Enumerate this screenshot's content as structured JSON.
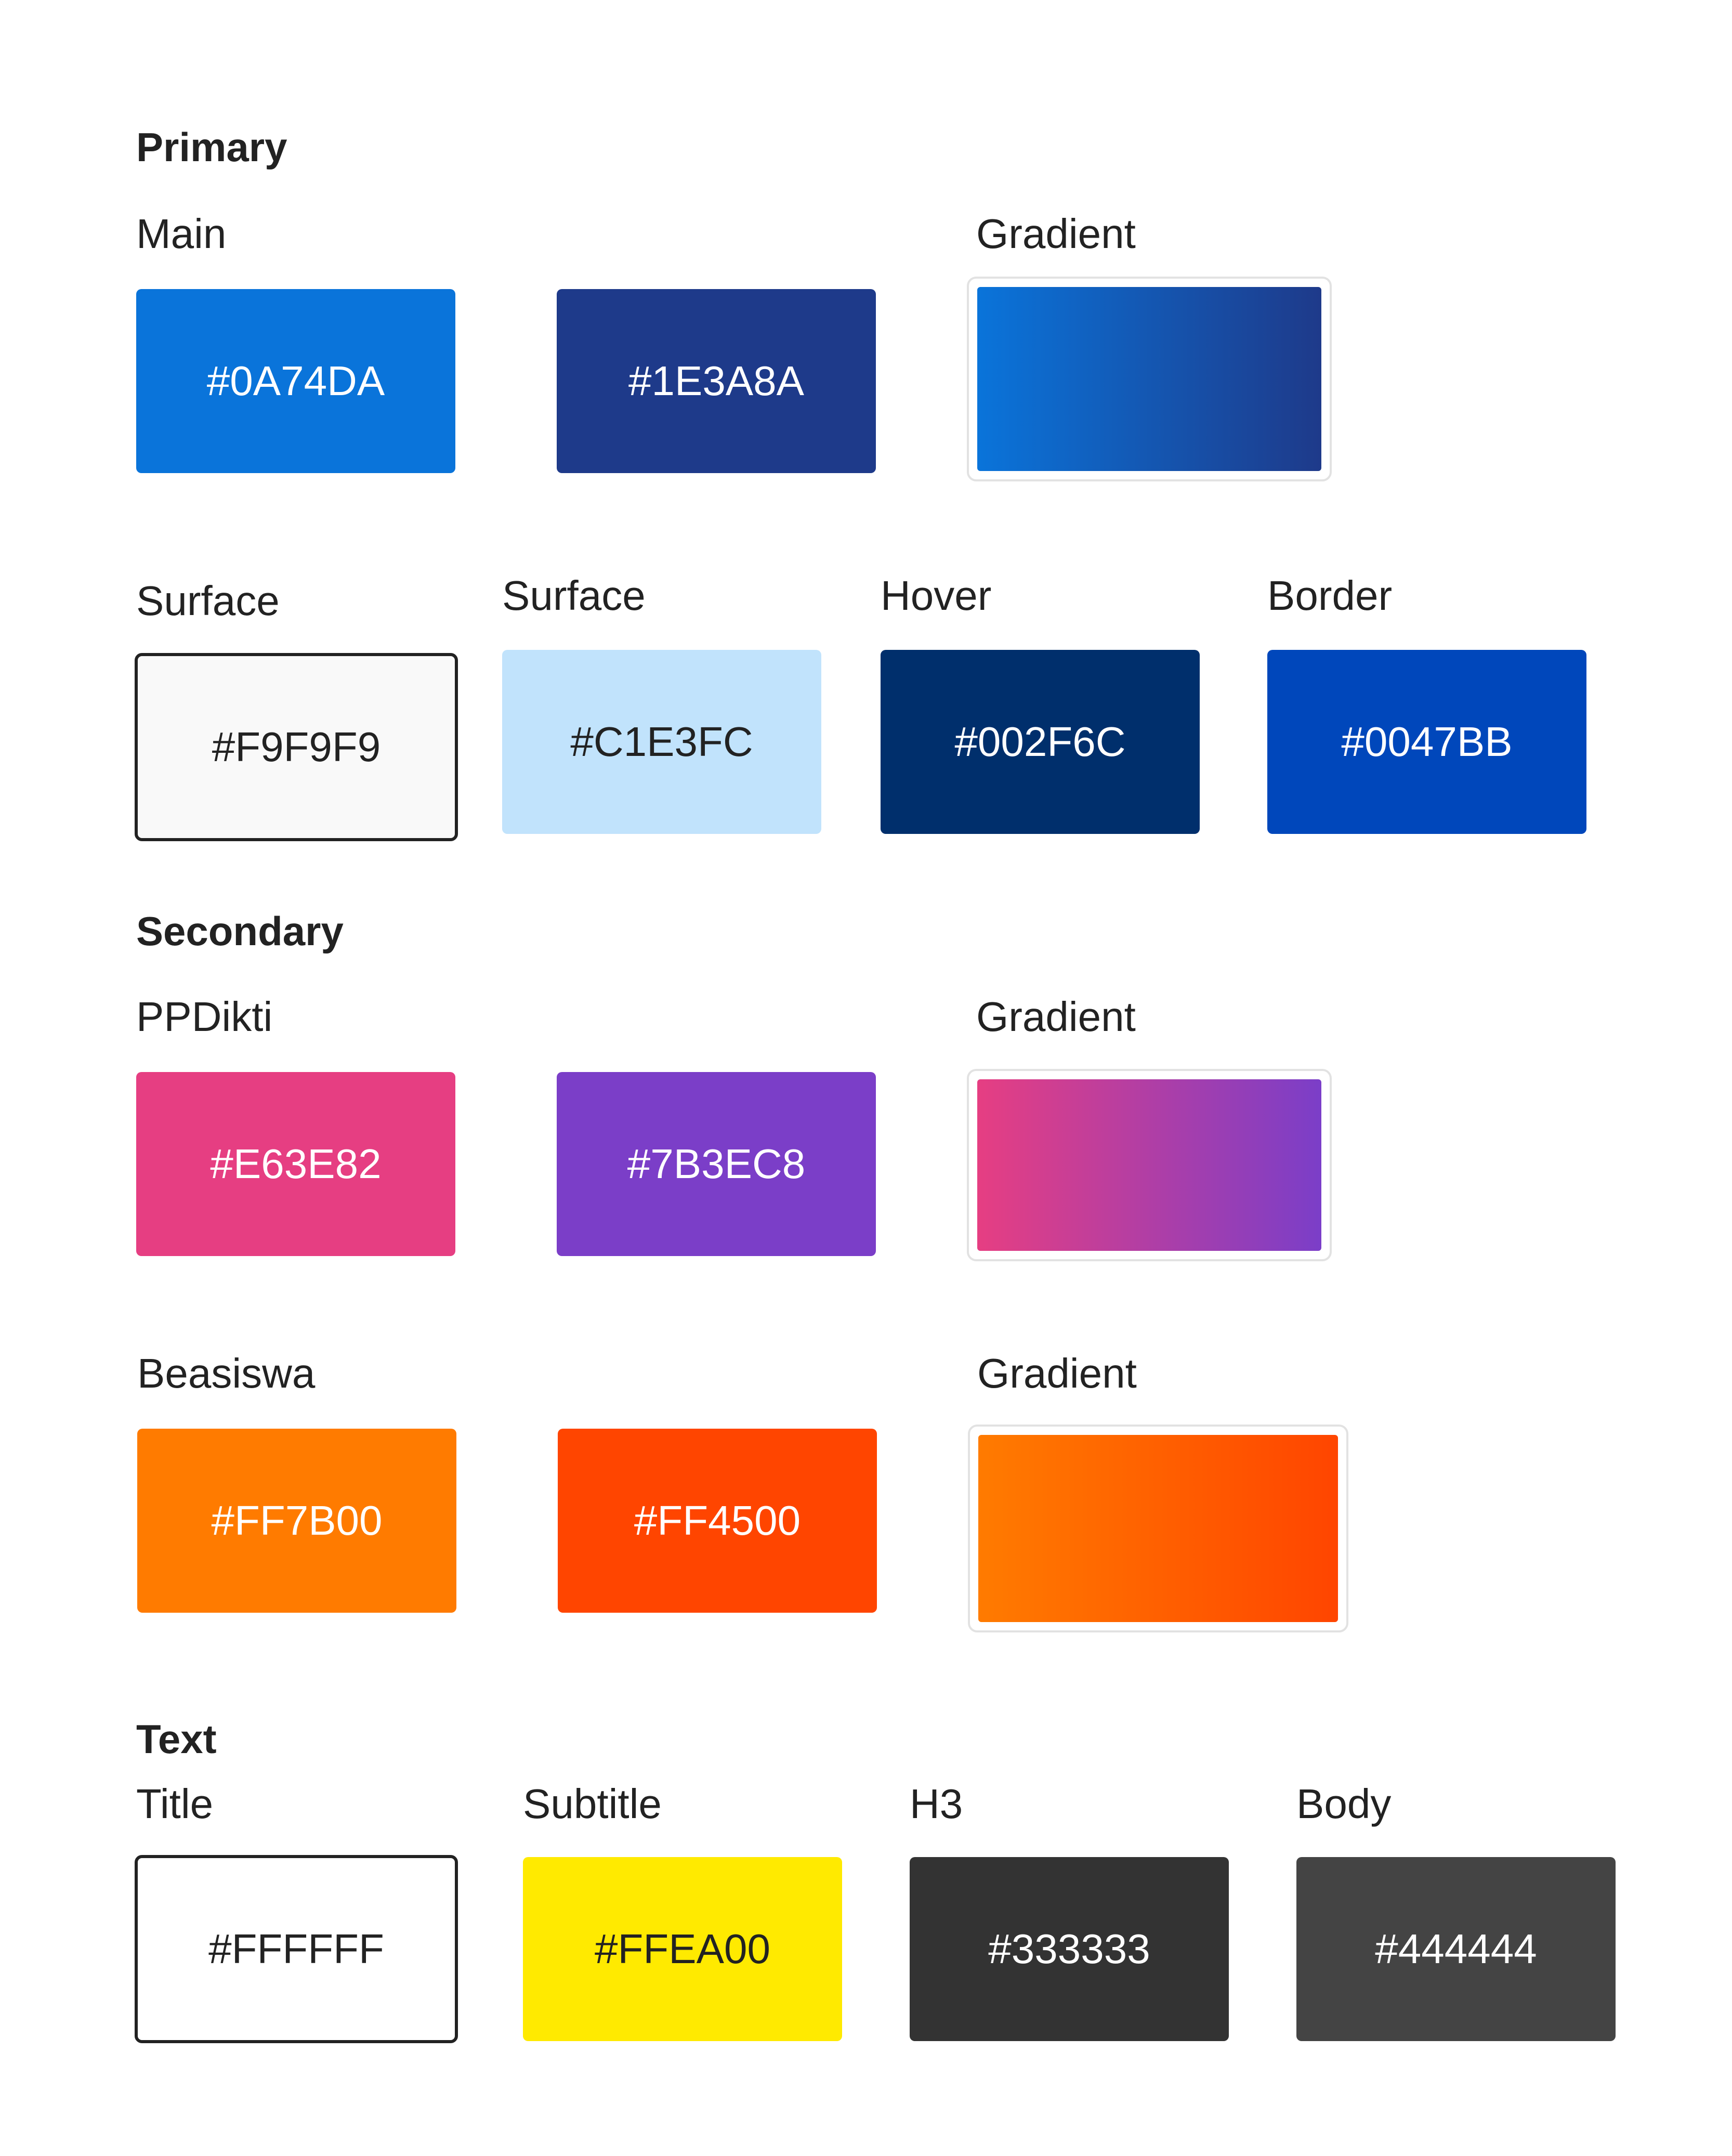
{
  "primary": {
    "heading": "Primary",
    "main_label": "Main",
    "gradient_label": "Gradient",
    "main": [
      {
        "hex": "#0A74DA",
        "color": "#0A74DA"
      },
      {
        "hex": "#1E3A8A",
        "color": "#1E3A8A"
      }
    ],
    "gradient": {
      "from": "#0A74DA",
      "to": "#1E3A8A"
    },
    "variants": [
      {
        "label": "Surface",
        "hex": "#F9F9F9",
        "color": "#F9F9F9"
      },
      {
        "label": "Surface",
        "hex": "#C1E3FC",
        "color": "#C1E3FC"
      },
      {
        "label": "Hover",
        "hex": "#002F6C",
        "color": "#002F6C"
      },
      {
        "label": "Border",
        "hex": "#0047BB",
        "color": "#0047BB"
      }
    ]
  },
  "secondary": {
    "heading": "Secondary",
    "ppdikti_label": "PPDikti",
    "ppdikti_gradient_label": "Gradient",
    "ppdikti": [
      {
        "hex": "#E63E82",
        "color": "#E63E82"
      },
      {
        "hex": "#7B3EC8",
        "color": "#7B3EC8"
      }
    ],
    "ppdikti_gradient": {
      "from": "#E63E82",
      "to": "#7B3EC8"
    },
    "beasiswa_label": "Beasiswa",
    "beasiswa_gradient_label": "Gradient",
    "beasiswa": [
      {
        "hex": "#FF7B00",
        "color": "#FF7B00"
      },
      {
        "hex": "#FF4500",
        "color": "#FF4500"
      }
    ],
    "beasiswa_gradient": {
      "from": "#FF7B00",
      "to": "#FF4500"
    }
  },
  "text": {
    "heading": "Text",
    "items": [
      {
        "label": "Title",
        "hex": "#FFFFFF",
        "color": "#FFFFFF"
      },
      {
        "label": "Subtitle",
        "hex": "#FFEA00",
        "color": "#FFEA00"
      },
      {
        "label": "H3",
        "hex": "#333333",
        "color": "#333333"
      },
      {
        "label": "Body",
        "hex": "#444444",
        "color": "#444444"
      }
    ]
  }
}
